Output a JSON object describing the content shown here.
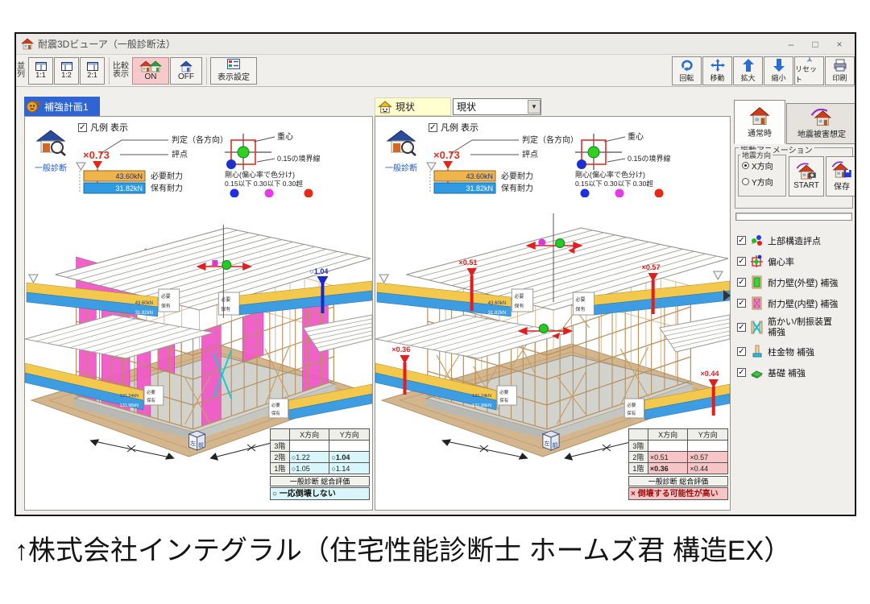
{
  "window": {
    "title": "耐震3Dビューア（一般診断法）",
    "minimize": "–",
    "maximize": "□",
    "close": "×"
  },
  "toolbar": {
    "layout_label": "並列",
    "layout_11": "1:1",
    "layout_12": "1:2",
    "layout_21": "2:1",
    "compare_label": "比較表示",
    "on": "ON",
    "off": "OFF",
    "settings": "表示設定",
    "rotate": "回転",
    "move": "移動",
    "zoom_in": "拡大",
    "zoom_out": "縮小",
    "reset": "リセット",
    "print": "印刷"
  },
  "legend": {
    "show": "凡例 表示",
    "judge": "判定（各方向）",
    "score_value": "×0.73",
    "score_label": "評点",
    "required_value": "43.60kN",
    "required_label": "必要耐力",
    "holding_value": "31.82kN",
    "holding_label": "保有耐力",
    "gravity": "重心",
    "boundary": "0.15の境界線",
    "rigidity": "剛心(偏心率で色分け)",
    "scale": "0.15以下 0.30以下 0.30超",
    "diagnosis": "一般診断"
  },
  "bars": {
    "upper_required": "43.60kN",
    "upper_holding": "31.82kN",
    "lower_required": "131.24kN",
    "lower_holding": "131.96kN",
    "tag_required": "必要",
    "tag_holding": "保有"
  },
  "cube": {
    "left": "左",
    "front": "前"
  },
  "left_panel": {
    "tab": "補強計画1",
    "marker_top_right": "○1.04",
    "values": {
      "f3x": "",
      "f3y": "",
      "f2x": "○1.22",
      "f2y": "○1.04",
      "f1x": "○1.05",
      "f1y": "○1.14"
    },
    "result": "○ 一応倒壊しない"
  },
  "right_panel": {
    "tab": "現状",
    "dropdown_value": "現状",
    "marker_top_left": "×0.51",
    "marker_top_right": "×0.57",
    "marker_mid_left": "×0.36",
    "marker_mid_right": "×0.44",
    "values": {
      "f3x": "",
      "f3y": "",
      "f2x": "×0.51",
      "f2y": "×0.57",
      "f1x": "×0.36",
      "f1y": "×0.44"
    },
    "result": "× 倒壊する可能性が高い"
  },
  "tables": {
    "col_x": "X方向",
    "col_y": "Y方向",
    "floor3": "3階",
    "floor2": "2階",
    "floor1": "1階",
    "overall_label": "一般診断 総合評価"
  },
  "sidebar": {
    "tab_normal": "通常時",
    "tab_quake": "地震被害想定",
    "anim_group": "振動アニメーション",
    "dir_group": "地震方向",
    "dir_x": "X方向",
    "dir_y": "Y方向",
    "start": "START",
    "save": "保存",
    "items": [
      {
        "label": "上部構造評点"
      },
      {
        "label": "偏心率"
      },
      {
        "label": "耐力壁(外壁) 補強"
      },
      {
        "label": "耐力壁(内壁) 補強"
      },
      {
        "label": "筋かい/制振装置 補強"
      },
      {
        "label": "柱金物 補強"
      },
      {
        "label": "基礎 補強"
      }
    ]
  },
  "caption": "↑株式会社インテグラル（住宅性能診断士 ホームズ君 構造EX）"
}
